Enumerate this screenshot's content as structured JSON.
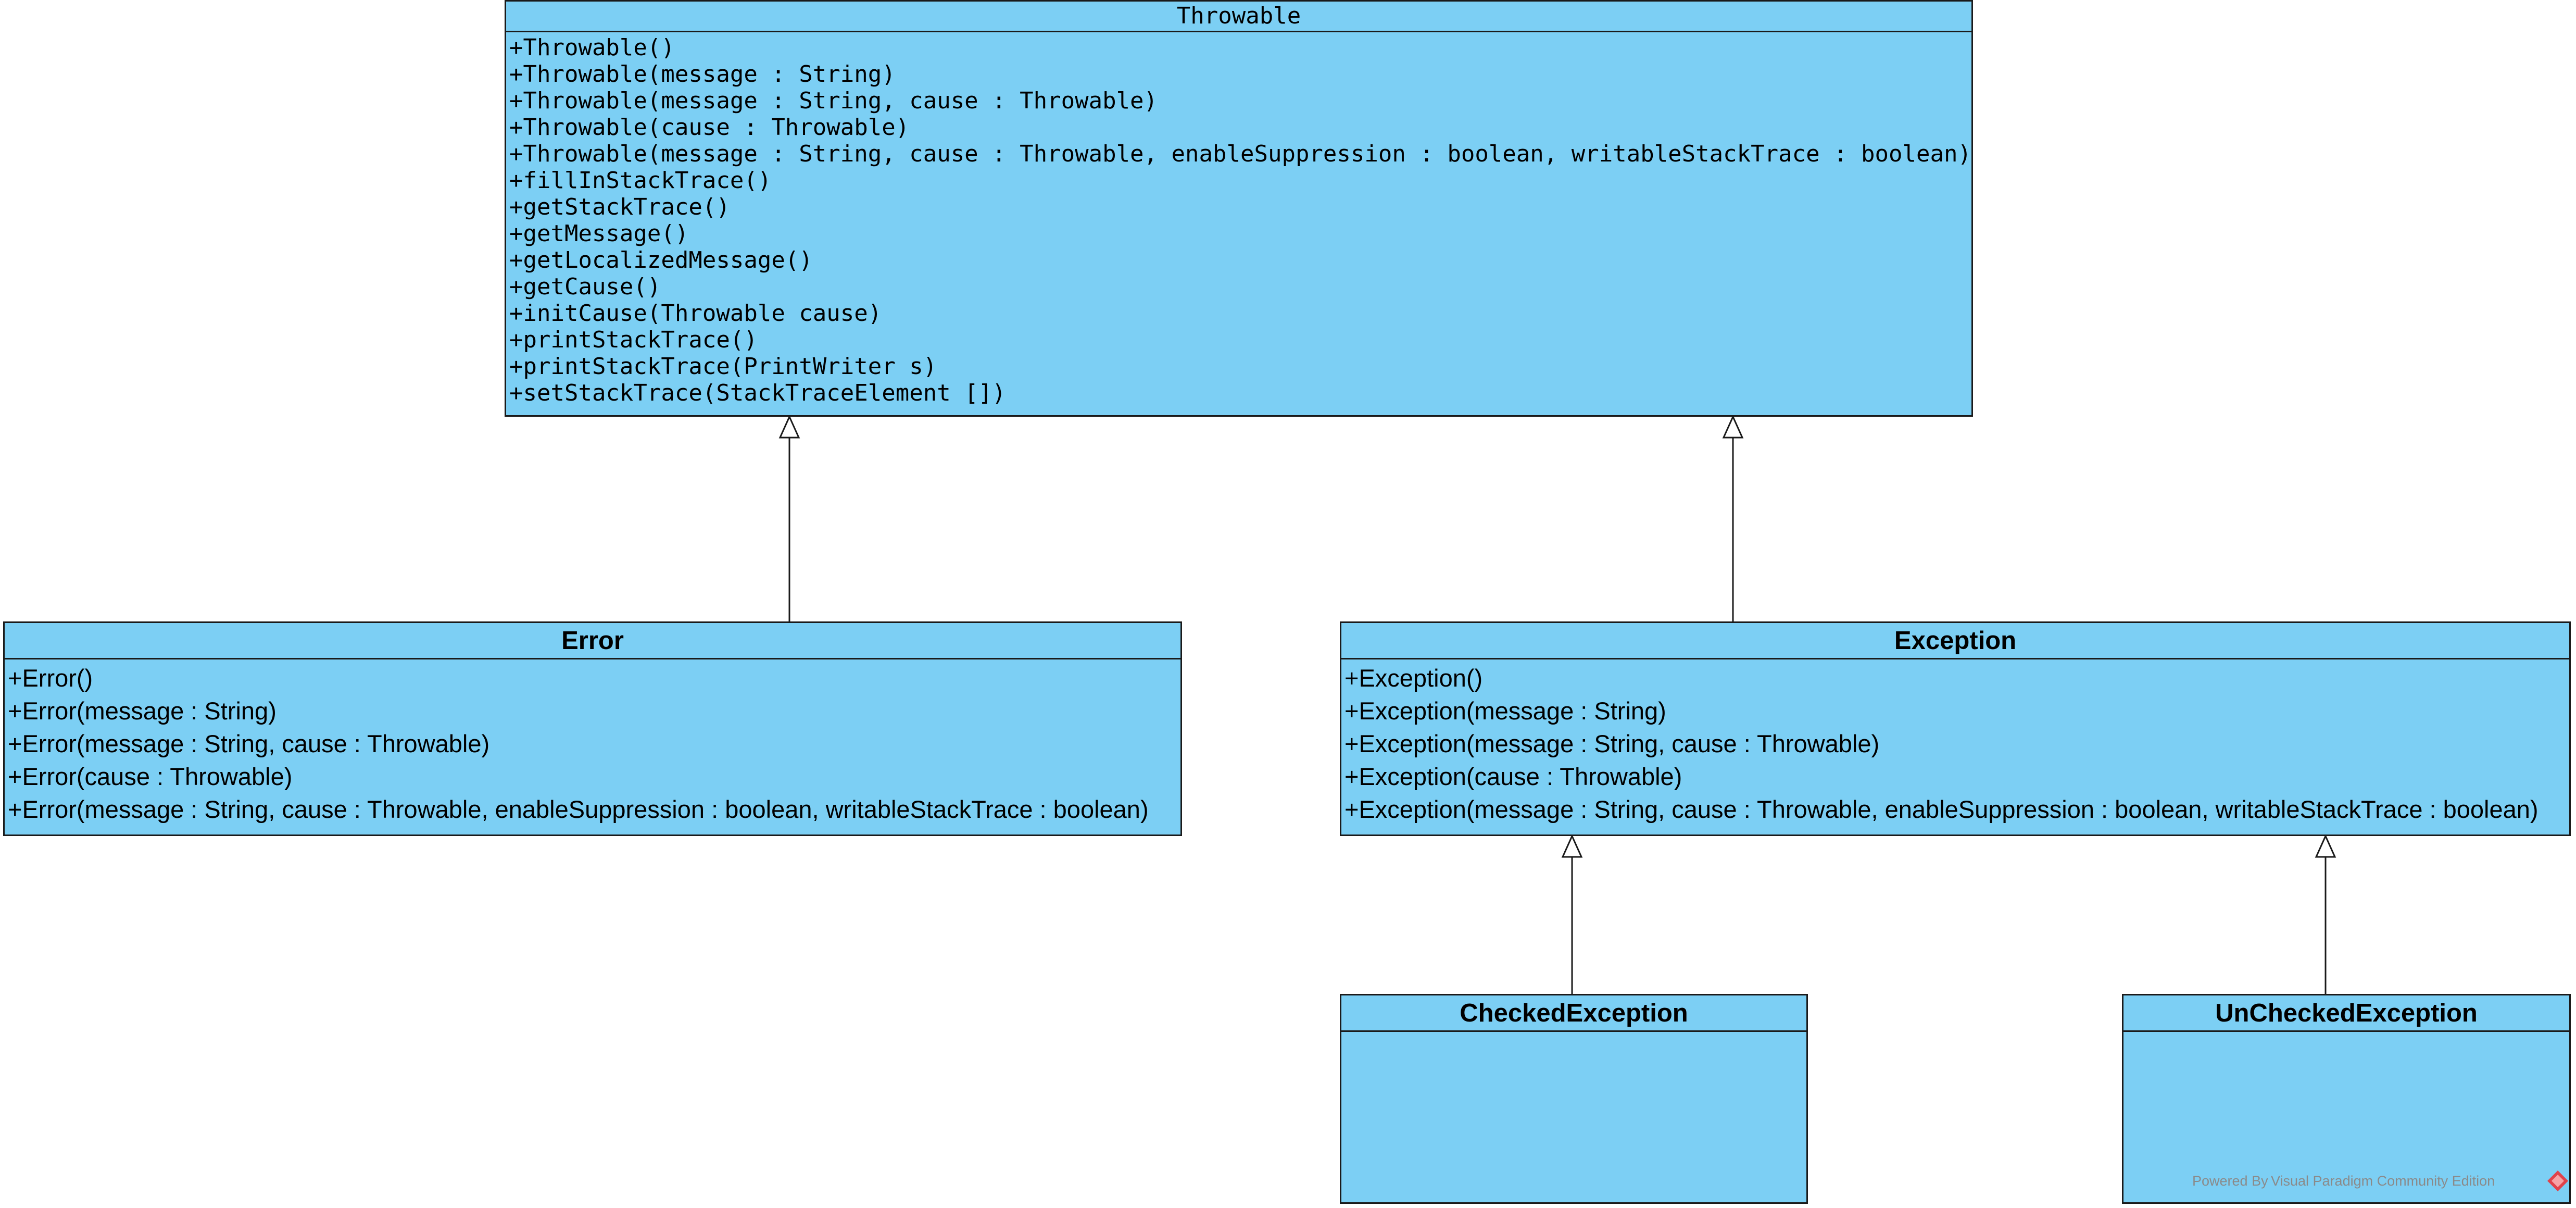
{
  "classes": {
    "throwable": {
      "name": "Throwable",
      "operations": [
        "+Throwable()",
        "+Throwable(message : String)",
        "+Throwable(message : String, cause : Throwable)",
        "+Throwable(cause : Throwable)",
        "+Throwable(message : String, cause : Throwable, enableSuppression : boolean, writableStackTrace : boolean)",
        "+fillInStackTrace()",
        "+getStackTrace()",
        "+getMessage()",
        "+getLocalizedMessage()",
        "+getCause()",
        "+initCause(Throwable cause)",
        "+printStackTrace()",
        "+printStackTrace(PrintWriter s)",
        "+setStackTrace(StackTraceElement [])"
      ]
    },
    "error": {
      "name": "Error",
      "operations": [
        "+Error()",
        "+Error(message : String)",
        "+Error(message : String, cause : Throwable)",
        "+Error(cause : Throwable)",
        "+Error(message : String, cause : Throwable, enableSuppression : boolean, writableStackTrace : boolean)"
      ]
    },
    "exception": {
      "name": "Exception",
      "operations": [
        "+Exception()",
        "+Exception(message : String)",
        "+Exception(message : String, cause : Throwable)",
        "+Exception(cause : Throwable)",
        "+Exception(message : String, cause : Throwable, enableSuppression : boolean, writableStackTrace : boolean)"
      ]
    },
    "checked": {
      "name": "CheckedException",
      "operations": []
    },
    "unchecked": {
      "name": "UnCheckedException",
      "operations": []
    }
  },
  "relationships": [
    {
      "type": "generalization",
      "from": "Error",
      "to": "Throwable"
    },
    {
      "type": "generalization",
      "from": "Exception",
      "to": "Throwable"
    },
    {
      "type": "generalization",
      "from": "CheckedException",
      "to": "Exception"
    },
    {
      "type": "generalization",
      "from": "UnCheckedException",
      "to": "Exception"
    }
  ],
  "watermark": "Powered By Visual Paradigm Community Edition",
  "colors": {
    "class_fill": "#7ccff4",
    "border": "#1a1a1a"
  }
}
